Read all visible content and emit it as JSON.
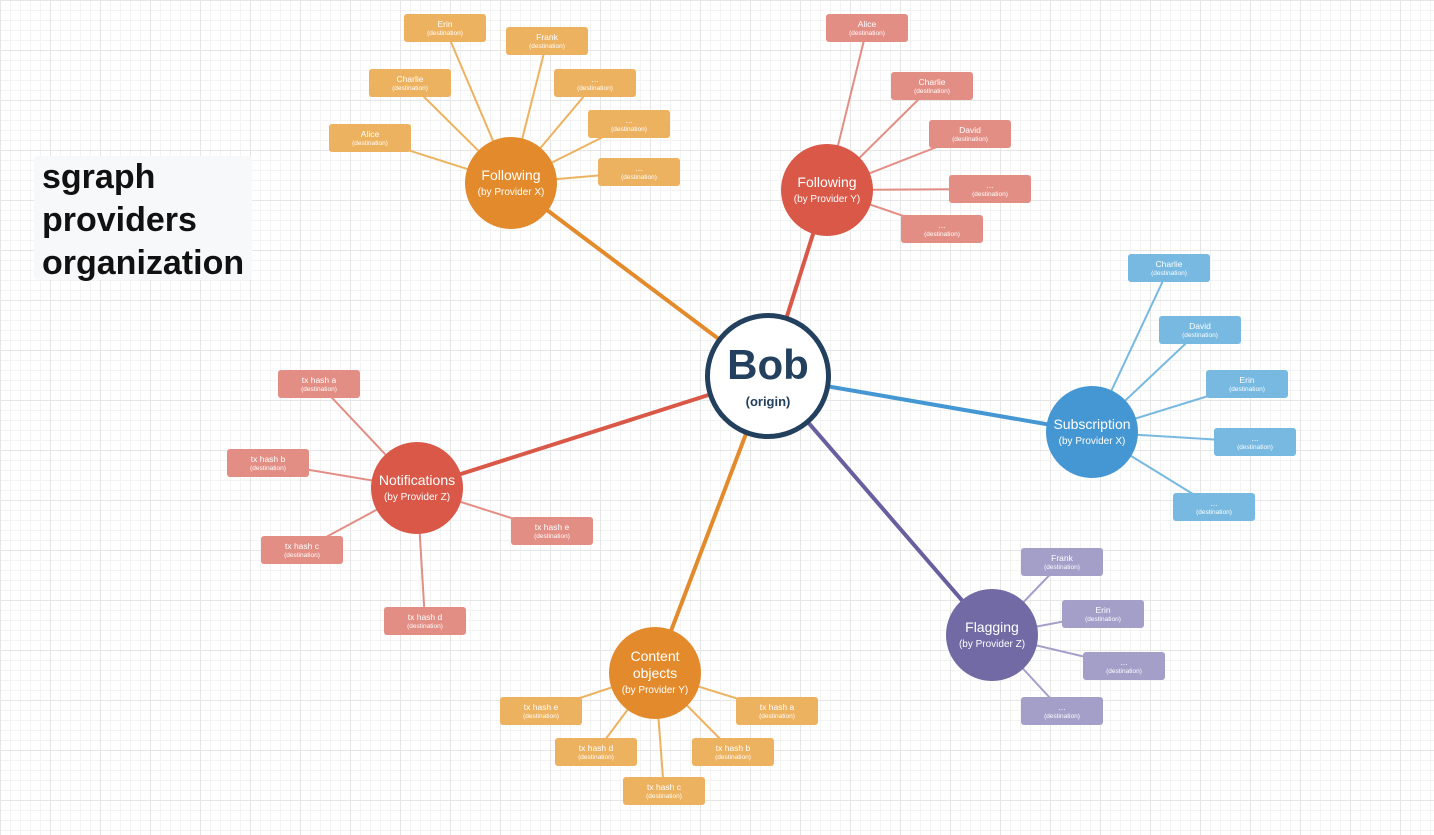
{
  "title": {
    "line1": "sgraph",
    "line2": "providers",
    "line3": "organization"
  },
  "origin": {
    "label": "Bob",
    "sublabel": "(origin)",
    "color": "#23405f"
  },
  "colors": {
    "orange": "#e38b2c",
    "orange_leaf": "#edb25f",
    "red": "#d95848",
    "red_leaf": "#e38e84",
    "blue": "#4497d3",
    "blue_leaf": "#77b9e1",
    "purple": "#716aa5",
    "purple_leaf": "#a39fc9"
  },
  "hubs": [
    {
      "id": "following-x",
      "label": "Following",
      "sublabel": "(by Provider X)",
      "color": "#e38b2c",
      "leaf_color": "#edb25f",
      "leaves": [
        {
          "label": "Erin",
          "sub": "(destination)"
        },
        {
          "label": "Frank",
          "sub": "(destination)"
        },
        {
          "label": "Charlie",
          "sub": "(destination)"
        },
        {
          "label": "...",
          "sub": "(destination)"
        },
        {
          "label": "Alice",
          "sub": "(destination)"
        },
        {
          "label": "...",
          "sub": "(destination)"
        },
        {
          "label": "...",
          "sub": "(destination)"
        }
      ]
    },
    {
      "id": "following-y",
      "label": "Following",
      "sublabel": "(by Provider Y)",
      "color": "#d95848",
      "leaf_color": "#e38e84",
      "leaves": [
        {
          "label": "Alice",
          "sub": "(destination)"
        },
        {
          "label": "Charlie",
          "sub": "(destination)"
        },
        {
          "label": "David",
          "sub": "(destination)"
        },
        {
          "label": "...",
          "sub": "(destination)"
        },
        {
          "label": "...",
          "sub": "(destination)"
        }
      ]
    },
    {
      "id": "subscription-x",
      "label": "Subscription",
      "sublabel": "(by Provider X)",
      "color": "#4497d3",
      "leaf_color": "#77b9e1",
      "leaves": [
        {
          "label": "Charlie",
          "sub": "(destination)"
        },
        {
          "label": "David",
          "sub": "(destination)"
        },
        {
          "label": "Erin",
          "sub": "(destination)"
        },
        {
          "label": "...",
          "sub": "(destination)"
        },
        {
          "label": "...",
          "sub": "(destination)"
        }
      ]
    },
    {
      "id": "flagging-z",
      "label": "Flagging",
      "sublabel": "(by Provider Z)",
      "color": "#716aa5",
      "leaf_color": "#a39fc9",
      "leaves": [
        {
          "label": "Frank",
          "sub": "(destination)"
        },
        {
          "label": "Erin",
          "sub": "(destination)"
        },
        {
          "label": "...",
          "sub": "(destination)"
        },
        {
          "label": "...",
          "sub": "(destination)"
        }
      ]
    },
    {
      "id": "content-y",
      "label": "Content objects",
      "sublabel": "(by Provider Y)",
      "color": "#e38b2c",
      "leaf_color": "#edb25f",
      "leaves": [
        {
          "label": "tx hash e",
          "sub": "(destination)"
        },
        {
          "label": "tx hash a",
          "sub": "(destination)"
        },
        {
          "label": "tx hash d",
          "sub": "(destination)"
        },
        {
          "label": "tx hash b",
          "sub": "(destination)"
        },
        {
          "label": "tx hash c",
          "sub": "(destination)"
        }
      ]
    },
    {
      "id": "notifications-z",
      "label": "Notifications",
      "sublabel": "(by Provider Z)",
      "color": "#d95848",
      "leaf_color": "#e38e84",
      "leaves": [
        {
          "label": "tx hash a",
          "sub": "(destination)"
        },
        {
          "label": "tx hash b",
          "sub": "(destination)"
        },
        {
          "label": "tx hash e",
          "sub": "(destination)"
        },
        {
          "label": "tx hash c",
          "sub": "(destination)"
        },
        {
          "label": "tx hash d",
          "sub": "(destination)"
        }
      ]
    }
  ]
}
